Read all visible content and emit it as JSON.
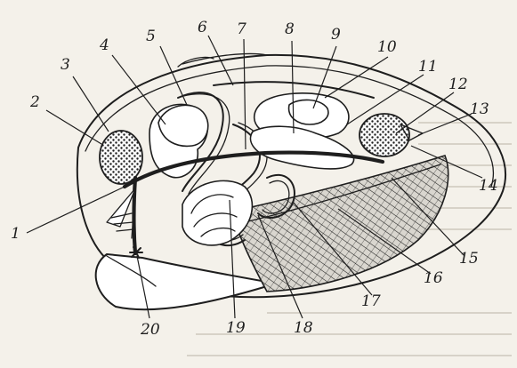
{
  "figure": {
    "labels": [
      "1",
      "2",
      "3",
      "4",
      "5",
      "6",
      "7",
      "8",
      "9",
      "10",
      "11",
      "12",
      "13",
      "14",
      "15",
      "16",
      "17",
      "18",
      "19",
      "20"
    ],
    "colors": {
      "ink": "#1e1e1e",
      "paper": "#f4f1ea",
      "organ_fill": "#ffffff"
    }
  }
}
